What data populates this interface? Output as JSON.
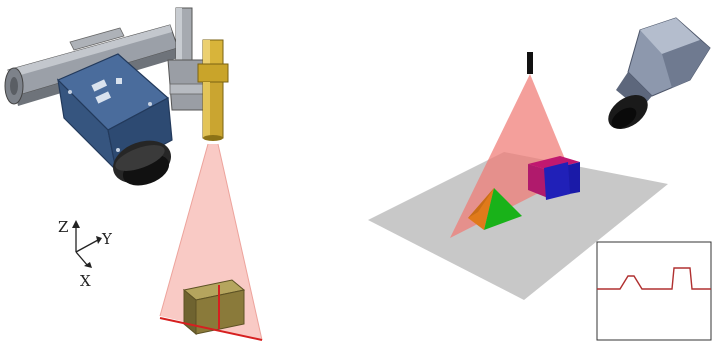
{
  "axes": {
    "z_label": "Z",
    "y_label": "Y",
    "x_label": "X"
  },
  "colors": {
    "laser_fan": "#f28a8a",
    "laser_line": "#d62020",
    "rail": "#8b8f96",
    "camera_body": "#3d5f8f",
    "lens": "#1e1e1e",
    "laser_module": "#c9a42a",
    "object_box": "#8a7a3a",
    "ground_plane": "#c8c8c8",
    "blue_cube": "#1a1aa8",
    "magenta_face": "#c01870",
    "green_pyramid": "#19b219",
    "orange_face": "#e07a1a",
    "camera_gray": "#8d98ad",
    "profile_line": "#b03030"
  },
  "icons": {
    "left_camera": "camera-icon",
    "laser_emitter": "laser-icon",
    "right_camera": "camera-icon",
    "profile_inset": "height-profile-icon"
  }
}
